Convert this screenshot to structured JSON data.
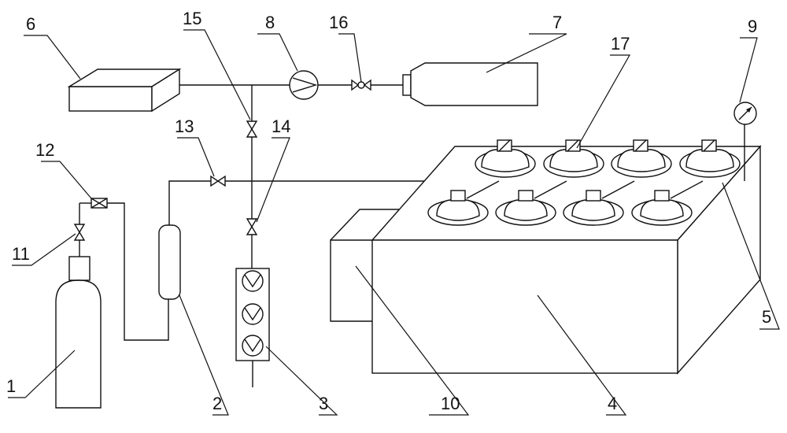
{
  "figure": {
    "labels": {
      "gas_cylinder": "1",
      "buffer_tank": "2",
      "flowmeter_bank": "3",
      "main_chamber": "4",
      "distribution_pipe": "5",
      "controller_box": "6",
      "bottle": "7",
      "pump": "8",
      "pressure_gauge": "9",
      "side_box": "10",
      "valve_11": "11",
      "device_12": "12",
      "valve_13": "13",
      "valve_14": "14",
      "valve_15": "15",
      "check_valve_16": "16",
      "bowl": "17"
    }
  }
}
